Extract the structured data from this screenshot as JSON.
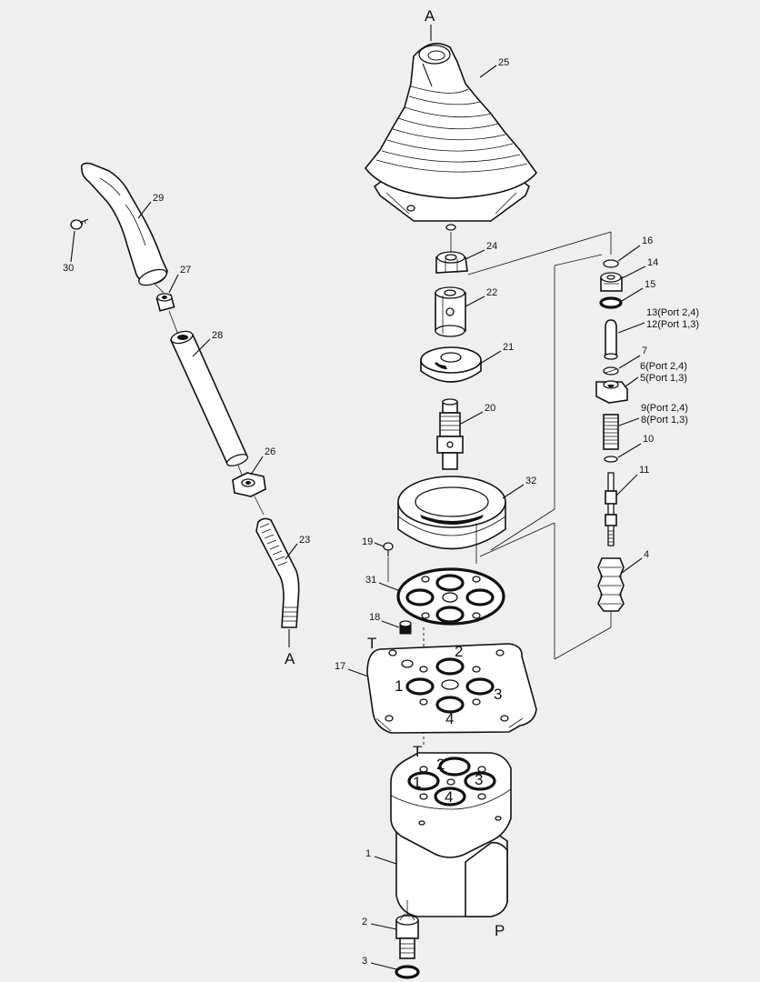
{
  "labels": {
    "p1": "1",
    "p2": "2",
    "p3": "3",
    "p4": "4",
    "p5": "5(Port 1,3)",
    "p6": "6(Port 2,4)",
    "p7": "7",
    "p8": "8(Port 1,3)",
    "p9": "9(Port 2,4)",
    "p10": "10",
    "p11": "11",
    "p12": "12(Port 1,3)",
    "p13": "13(Port 2,4)",
    "p14": "14",
    "p15": "15",
    "p16": "16",
    "p17": "17",
    "p18": "18",
    "p19": "19",
    "p20": "20",
    "p21": "21",
    "p22": "22",
    "p23": "23",
    "p24": "24",
    "p25": "25",
    "p26": "26",
    "p27": "27",
    "p28": "28",
    "p29": "29",
    "p30": "30",
    "p31": "31",
    "p32": "32"
  },
  "refs": {
    "a_top": "A",
    "a_bottom": "A"
  },
  "ports": {
    "gasket_t": "T",
    "gasket_1": "1",
    "gasket_2": "2",
    "gasket_3": "3",
    "gasket_4": "4",
    "body_t": "T",
    "body_1": "1",
    "body_2": "2",
    "body_3": "3",
    "body_4": "4",
    "body_p": "P"
  }
}
